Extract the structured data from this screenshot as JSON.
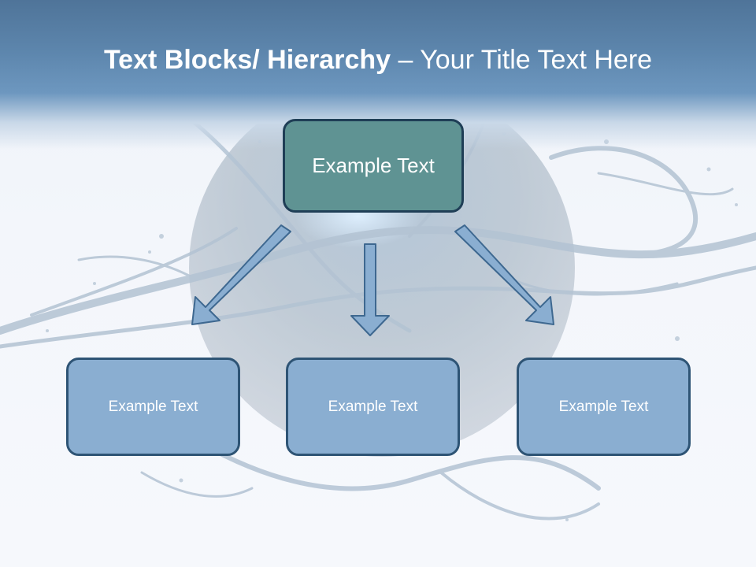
{
  "slide": {
    "title_bold": "Text Blocks/ Hierarchy",
    "title_rest": " – Your Title Text Here"
  },
  "diagram": {
    "root": {
      "label": "Example Text"
    },
    "children": [
      {
        "label": "Example Text"
      },
      {
        "label": "Example Text"
      },
      {
        "label": "Example Text"
      }
    ]
  },
  "colors": {
    "header": "#5d86ad",
    "root_fill": "#5f9393",
    "root_border": "#1f3e56",
    "child_fill": "#8aaed1",
    "child_border": "#2e5475",
    "arrow_fill": "#8aaed1",
    "arrow_border": "#3e6890"
  }
}
